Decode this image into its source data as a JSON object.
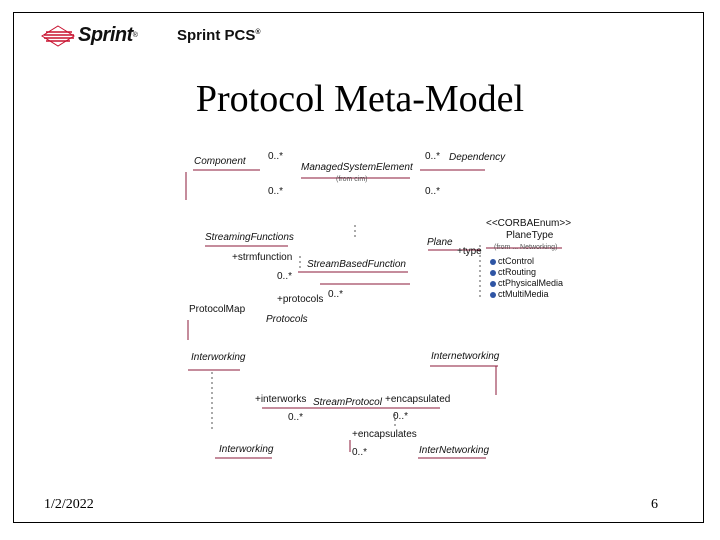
{
  "header": {
    "sprint_wordmark": "Sprint",
    "sprint_pcs": "Sprint PCS",
    "registered": "®"
  },
  "slide": {
    "title": "Protocol Meta-Model",
    "date": "1/2/2022",
    "page_number": "6"
  },
  "diagram": {
    "classes": {
      "component": "Component",
      "managed_system_element": "ManagedSystemElement",
      "managed_system_element_sub": "(from cim)",
      "dependency": "Dependency",
      "streaming_functions": "StreamingFunctions",
      "plane": "Plane",
      "corba_enum_stereotype": "<<CORBAEnum>>",
      "plane_type": "PlaneType",
      "plane_type_sub": "(from ... Networking)",
      "stream_based_function": "StreamBasedFunction",
      "protocol_map": "ProtocolMap",
      "protocols": "Protocols",
      "interworking_left": "Interworking",
      "internetworking": "Internetworking",
      "stream_protocol": "StreamProtocol",
      "interworking_bottom": "Interworking",
      "inter_networking": "InterNetworking"
    },
    "enum_literals": [
      "ctControl",
      "ctRouting",
      "ctPhysicalMedia",
      "ctMultiMedia"
    ],
    "roles": {
      "strmfunction": "+strmfunction",
      "type": "+type",
      "protocols": "+protocols",
      "interworks": "+interworks",
      "encapsulated": "+encapsulated",
      "encapsulates": "+encapsulates"
    },
    "multiplicities": {
      "m_component_mse": "0..*",
      "m_dependency": "0..*",
      "m_mse_bottom": "0..*",
      "m_dep_bottom": "0..*",
      "m_strm": "0..*",
      "m_protocols": "0..*",
      "m_interworks": "0..*",
      "m_encapsulated": "0..*",
      "m_encapsulates": "0..*"
    },
    "colors": {
      "association_line": "#8b1a3a",
      "dashed_line": "#555555",
      "enum_icon": "#2f55a4"
    }
  }
}
